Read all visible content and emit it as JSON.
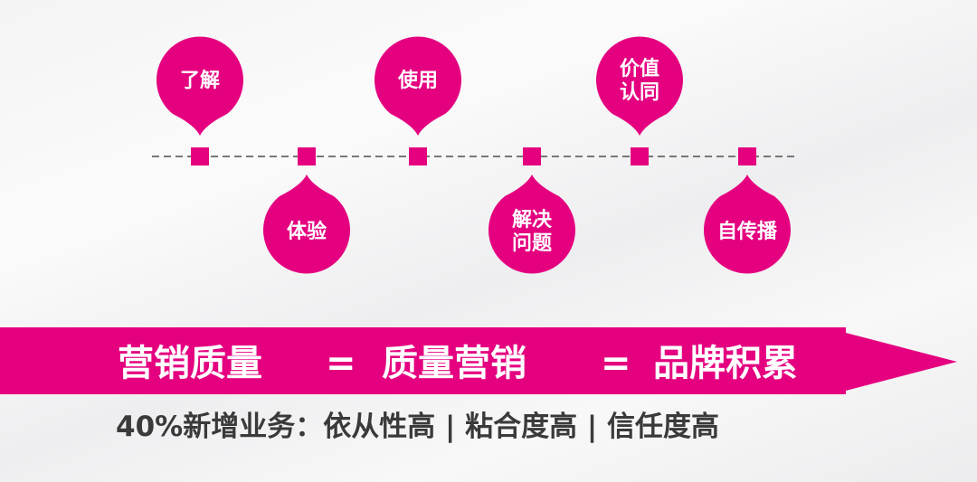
{
  "colors": {
    "accent": "#E4007F",
    "text": "#3a3a3a"
  },
  "steps": [
    {
      "lines": [
        "了解"
      ],
      "position": "top"
    },
    {
      "lines": [
        "体验"
      ],
      "position": "bottom"
    },
    {
      "lines": [
        "使用"
      ],
      "position": "top"
    },
    {
      "lines": [
        "解决",
        "问题"
      ],
      "position": "bottom"
    },
    {
      "lines": [
        "价值",
        "认同"
      ],
      "position": "top"
    },
    {
      "lines": [
        "自传播"
      ],
      "position": "bottom"
    }
  ],
  "banner": {
    "part1": "营销质量",
    "eq1": "=",
    "part2": "质量营销",
    "eq2": "=",
    "part3": "品牌积累"
  },
  "subtitle": "40%新增业务：依从性高 | 粘合度高 | 信任度高"
}
